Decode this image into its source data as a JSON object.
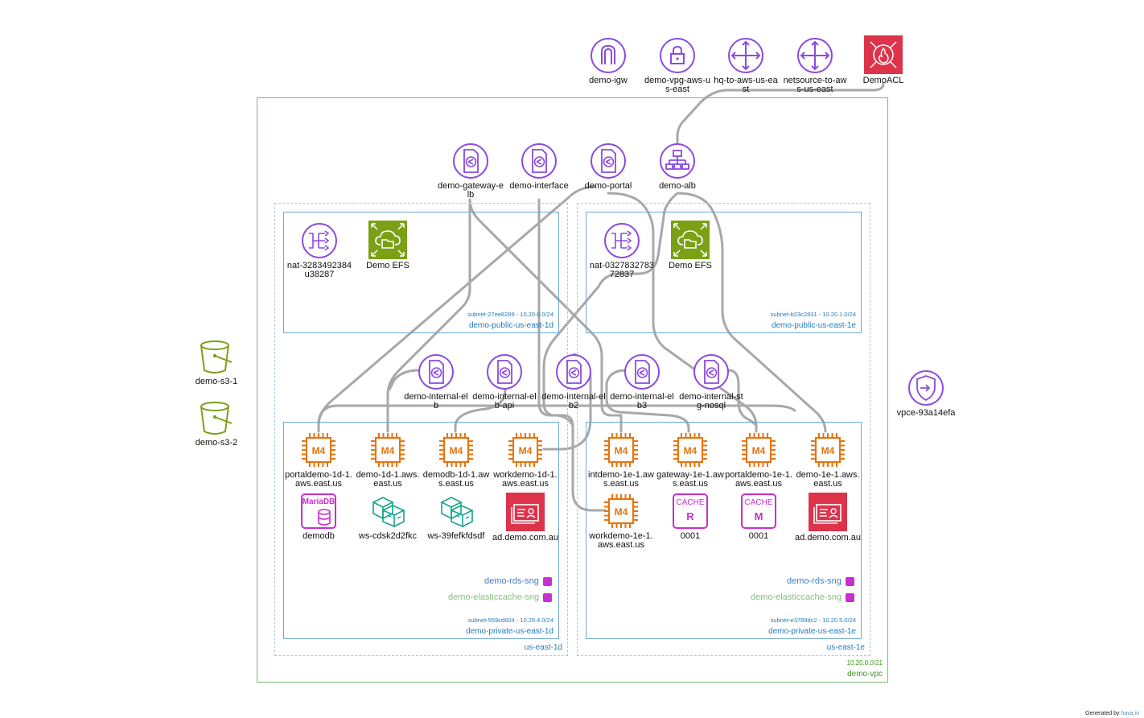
{
  "colors": {
    "vpc_border": "#7fba7a",
    "az_border": "#a7cce4",
    "subnet_border": "#6ea8d3",
    "label_blue": "#1f7bbf",
    "label_green": "#3a9a1f",
    "purple": "#8a4ae0",
    "orange": "#e8730c",
    "red": "#dd344c",
    "green_s3": "#7aa116",
    "teal": "#14a38b",
    "magenta": "#c82fd0",
    "wire": "#a8a8a8"
  },
  "vpc": {
    "label": "demo-vpc",
    "cidr": "10.20.0.0/21"
  },
  "azs": [
    {
      "label": "us-east-1d"
    },
    {
      "label": "us-east-1e"
    }
  ],
  "subnets": {
    "pub_d": {
      "name": "demo-public-us-east-1d",
      "id": "subnet-27ee8289 - 10.20.0.0/24"
    },
    "pub_e": {
      "name": "demo-public-us-east-1e",
      "id": "subnet-b23c2831 - 10.20.1.0/24"
    },
    "priv_d": {
      "name": "demo-private-us-east-1d",
      "id": "subnet-559cd604 - 10.20.4.0/24"
    },
    "priv_e": {
      "name": "demo-private-us-east-1e",
      "id": "subnet-e3789dc2 - 10.20.5.0/24"
    }
  },
  "gateways": {
    "igw": "demo-igw",
    "vpg": "demo-vpg-aws-us-east",
    "hq": "hq-to-aws-us-east",
    "netsource": "netsource-to-aws-us-east",
    "acl": "DemoACL"
  },
  "elbs": {
    "gateway": "demo-gateway-elb",
    "interface": "demo-interface",
    "portal": "demo-portal",
    "alb": "demo-alb"
  },
  "internal_elbs": {
    "elb": "demo-internal-elb",
    "api": "demo-internal-elb-api",
    "elb2": "demo-internal-elb2",
    "elb3": "demo-internal-elb3",
    "nosql": "demo-internal-stg-nosql"
  },
  "public_d": {
    "nat": "nat-3283492384u38287",
    "efs": "Demo EFS"
  },
  "public_e": {
    "nat": "nat-032783278372837",
    "efs": "Demo EFS"
  },
  "ec2_d": [
    {
      "name": "portaldemo-1d-1.aws.east.us",
      "type": "M4"
    },
    {
      "name": "demo-1d-1.aws.east.us",
      "type": "M4"
    },
    {
      "name": "demodb-1d-1.aws.east.us",
      "type": "M4"
    },
    {
      "name": "workdemo-1d-1.aws.east.us",
      "type": "M4"
    }
  ],
  "ec2_e": [
    {
      "name": "intdemo-1e-1.aws.east.us",
      "type": "M4"
    },
    {
      "name": "gateway-1e-1.aws.east.us",
      "type": "M4"
    },
    {
      "name": "portaldemo-1e-1.aws.east.us",
      "type": "M4"
    },
    {
      "name": "demo-1e-1.aws.east.us",
      "type": "M4"
    },
    {
      "name": "workdemo-1e-1.aws.east.us",
      "type": "M4"
    }
  ],
  "priv_d_res": {
    "db": "demodb",
    "db_engine": "MariaDB",
    "ws1": "ws-cdsk2d2fkc",
    "ws2": "ws-39fefkfdsdf",
    "ad": "ad.demo.com.au"
  },
  "priv_e_res": {
    "cache1": "0001",
    "cache1_word": "CACHE",
    "cache1_letter": "R",
    "cache2": "0001",
    "cache2_word": "CACHE",
    "cache2_letter": "M",
    "ad": "ad.demo.com.au"
  },
  "legends": {
    "rds": "demo-rds-sng",
    "cache": "demo-elasticcache-sng"
  },
  "s3": [
    "demo-s3-1",
    "demo-s3-2"
  ],
  "vpce": "vpce-93a14efa",
  "footer": {
    "prefix": "Generated by",
    "brand": "hava.io"
  }
}
